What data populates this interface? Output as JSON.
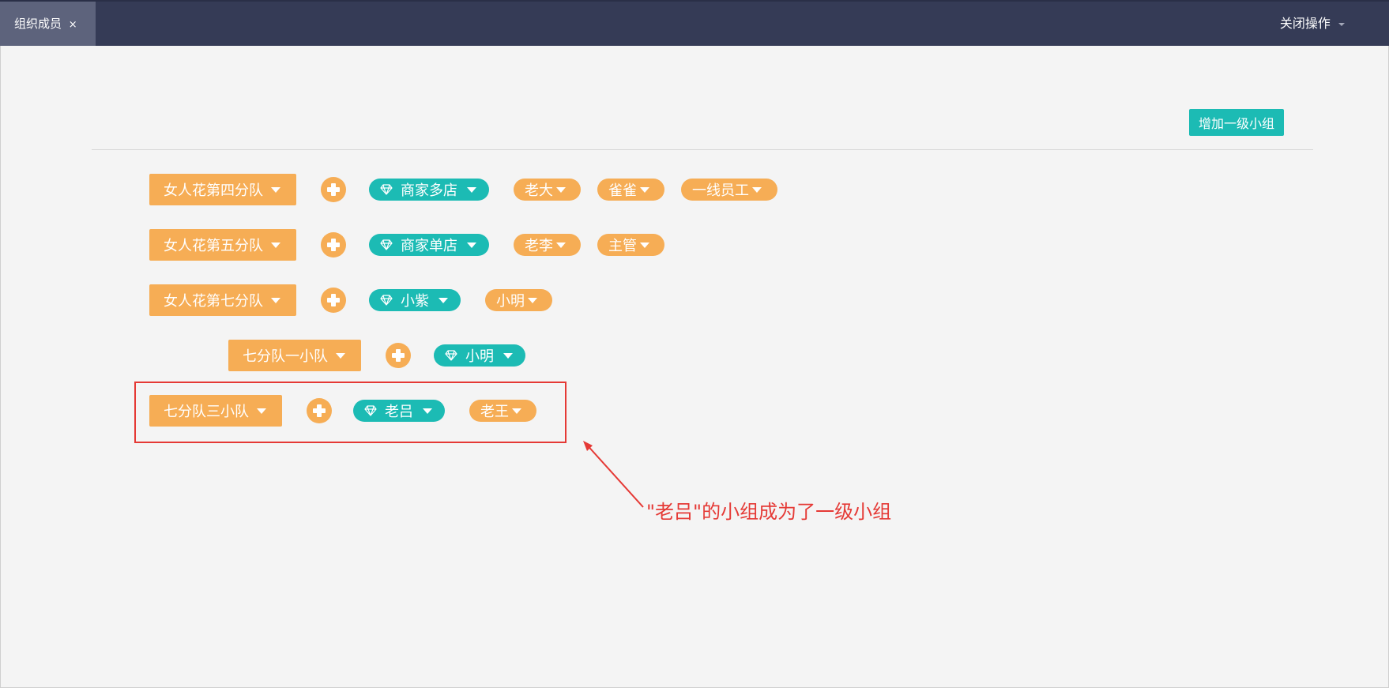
{
  "header": {
    "tab_label": "组织成员",
    "tab_close": "×",
    "close_ops_label": "关闭操作"
  },
  "toolbar": {
    "add_group_label": "增加一级小组"
  },
  "groups": [
    {
      "team": "女人花第四分队",
      "leader": "商家多店",
      "members": [
        "老大",
        "雀雀",
        "一线员工"
      ]
    },
    {
      "team": "女人花第五分队",
      "leader": "商家单店",
      "members": [
        "老李",
        "主管"
      ]
    },
    {
      "team": "女人花第七分队",
      "leader": "小紫",
      "members": [
        "小明"
      ]
    },
    {
      "team": "七分队一小队",
      "leader": "小明",
      "members": []
    },
    {
      "team": "七分队三小队",
      "leader": "老吕",
      "members": [
        "老王"
      ]
    }
  ],
  "annotation": {
    "text": "\"老吕\"的小组成为了一级小组"
  },
  "colors": {
    "topbar": "#353b56",
    "tab_active": "#5d637c",
    "accent_teal": "#1cbbb4",
    "accent_orange": "#f6ad55",
    "annotation_red": "#e53935"
  }
}
